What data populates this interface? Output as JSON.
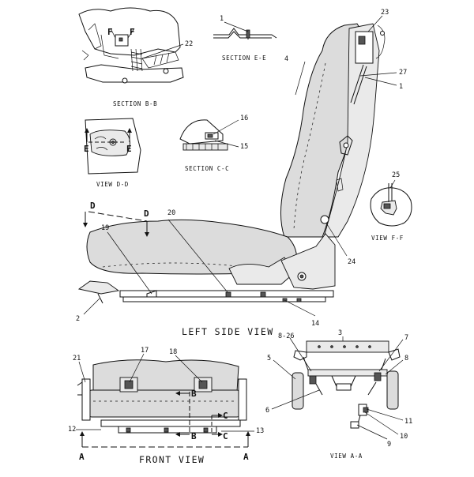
{
  "views": {
    "section_bb": "SECTION B-B",
    "section_ee": "SECTION E-E",
    "view_dd": "VIEW D-D",
    "section_cc": "SECTION C-C",
    "view_ff": "VIEW F-F",
    "left_side": "LEFT SIDE VIEW",
    "front": "FRONT VIEW",
    "view_aa": "VIEW A-A"
  },
  "callouts": {
    "c1a": "1",
    "c1b": "1",
    "c2": "2",
    "c3": "3",
    "c4": "4",
    "c5": "5",
    "c6": "6",
    "c7": "7",
    "c8": "8",
    "c826": "8-26",
    "c9": "9",
    "c10": "10",
    "c11": "11",
    "c12": "12",
    "c13": "13",
    "c14": "14",
    "c15": "15",
    "c16": "16",
    "c17": "17",
    "c18": "18",
    "c19": "19",
    "c20": "20",
    "c21": "21",
    "c22": "22",
    "c23": "23",
    "c24": "24",
    "c25": "25",
    "c27": "27"
  },
  "markers": {
    "f1": "F",
    "f2": "F",
    "e1": "E",
    "e2": "E",
    "d1": "D",
    "d2": "D",
    "a1": "A",
    "a2": "A",
    "b1": "B",
    "b2": "B",
    "cc1": "C",
    "cc2": "C"
  }
}
